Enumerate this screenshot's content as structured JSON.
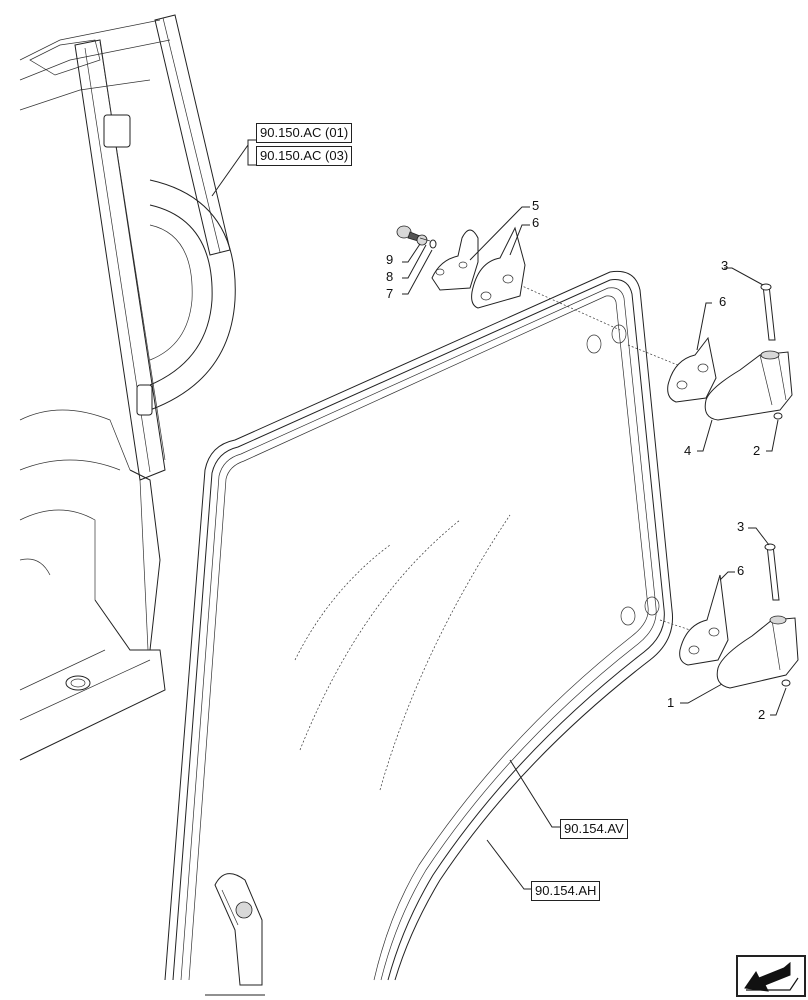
{
  "references": {
    "ref_cab_1": "90.150.AC (01)",
    "ref_cab_2": "90.150.AC (03)",
    "ref_glass": "90.154.AV",
    "ref_seal": "90.154.AH"
  },
  "callouts": {
    "c1": "1",
    "c2a": "2",
    "c2b": "2",
    "c3a": "3",
    "c3b": "3",
    "c4": "4",
    "c5": "5",
    "c6a": "6",
    "c6b": "6",
    "c6c": "6",
    "c7": "7",
    "c8": "8",
    "c9": "9"
  },
  "nav_icon": "arrow-next-page-icon"
}
